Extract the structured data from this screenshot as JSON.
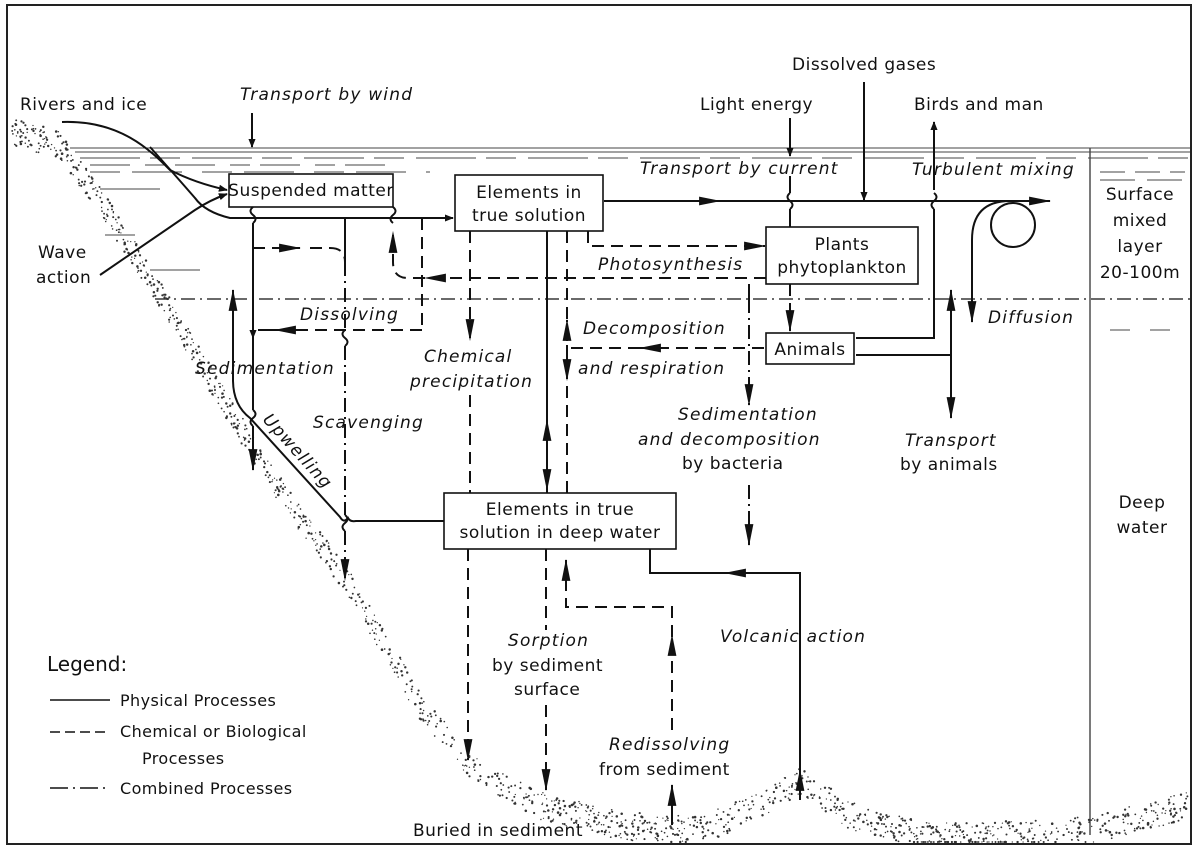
{
  "diagram": {
    "type": "process-flow",
    "boxes": {
      "suspended_matter": "Suspended matter",
      "elements_true_solution": [
        "Elements in",
        "true solution"
      ],
      "plants": [
        "Plants",
        "phytoplankton"
      ],
      "animals": "Animals",
      "elements_deep_water": [
        "Elements in true",
        "solution in deep water"
      ]
    },
    "inputs": {
      "rivers_and_ice": "Rivers and ice",
      "wave_action": [
        "Wave",
        "action"
      ],
      "transport_by_wind": "Transport by wind",
      "light_energy": "Light energy",
      "dissolved_gases": "Dissolved gases",
      "birds_and_man": "Birds and man"
    },
    "processes": {
      "transport_by_current": "Transport by current",
      "turbulent_mixing": "Turbulent mixing",
      "photosynthesis": "Photosynthesis",
      "dissolving": "Dissolving",
      "sedimentation": "Sedimentation",
      "chemical_precipitation": [
        "Chemical",
        "precipitation"
      ],
      "decomposition": [
        "Decomposition",
        "and respiration"
      ],
      "diffusion": "Diffusion",
      "scavenging": "Scavenging",
      "upwelling": "Upwelling",
      "sedimentation_bacteria": [
        "Sedimentation",
        "and decomposition",
        "by bacteria"
      ],
      "transport_by_animals": [
        "Transport",
        "by animals"
      ],
      "sorption": [
        "Sorption",
        "by sediment",
        "surface"
      ],
      "redissolving": [
        "Redissolving",
        "from sediment"
      ],
      "volcanic_action": "Volcanic action",
      "buried_in_sediment": "Buried in sediment"
    },
    "zones": {
      "surface": [
        "Surface",
        "mixed",
        "layer",
        "20-100m"
      ],
      "deep": [
        "Deep",
        "water"
      ]
    },
    "legend": {
      "title": "Legend:",
      "items": [
        {
          "style": "solid",
          "label": [
            "Physical Processes"
          ]
        },
        {
          "style": "dashed",
          "label": [
            "Chemical or Biological",
            "Processes"
          ]
        },
        {
          "style": "dash-dot",
          "label": [
            "Combined Processes"
          ]
        }
      ]
    }
  }
}
